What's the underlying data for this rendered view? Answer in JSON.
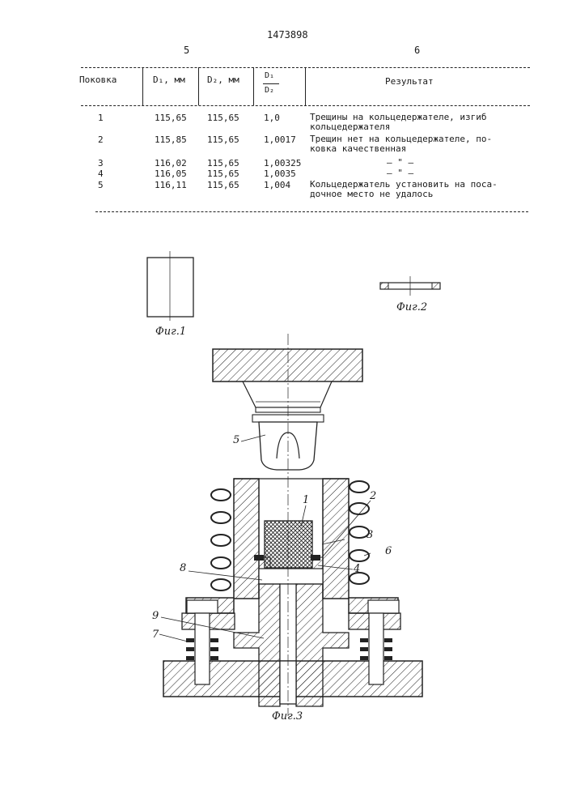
{
  "header": {
    "doc_number": "1473898",
    "left_column_number": "5",
    "right_column_number": "6"
  },
  "table": {
    "columns": {
      "forging": "Поковка",
      "d1": "D₁, мм",
      "d2": "D₂, мм",
      "ratio_num": "D₁",
      "ratio_den": "D₂",
      "result": "Результат"
    },
    "rows": [
      {
        "forging": "1",
        "d1": "115,65",
        "d2": "115,65",
        "ratio": "1,0",
        "result_lines": [
          "Трещины на кольцедержателе, изгиб",
          "кольцедержателя"
        ]
      },
      {
        "forging": "2",
        "d1": "115,85",
        "d2": "115,65",
        "ratio": "1,0017",
        "result_lines": [
          "Трещин нет на кольцедержателе, по-",
          "ковка качественная"
        ]
      },
      {
        "forging": "3",
        "d1": "116,02",
        "d2": "115,65",
        "ratio": "1,00325",
        "result_lines": [
          "– \" –"
        ]
      },
      {
        "forging": "4",
        "d1": "116,05",
        "d2": "115,65",
        "ratio": "1,0035",
        "result_lines": [
          "– \" –"
        ]
      },
      {
        "forging": "5",
        "d1": "116,11",
        "d2": "115,65",
        "ratio": "1,004",
        "result_lines": [
          "Кольцедержатель установить на поса-",
          "дочное место не удалось"
        ]
      }
    ]
  },
  "figures": {
    "fig1_caption": "Фиг.1",
    "fig2_caption": "Фиг.2",
    "fig3_caption": "Фиг.3",
    "fig3_labels": {
      "l1": "1",
      "l2": "2",
      "l3": "3",
      "l4": "4",
      "l5": "5",
      "l6": "6",
      "l7": "7",
      "l8": "8",
      "l9": "9"
    }
  }
}
